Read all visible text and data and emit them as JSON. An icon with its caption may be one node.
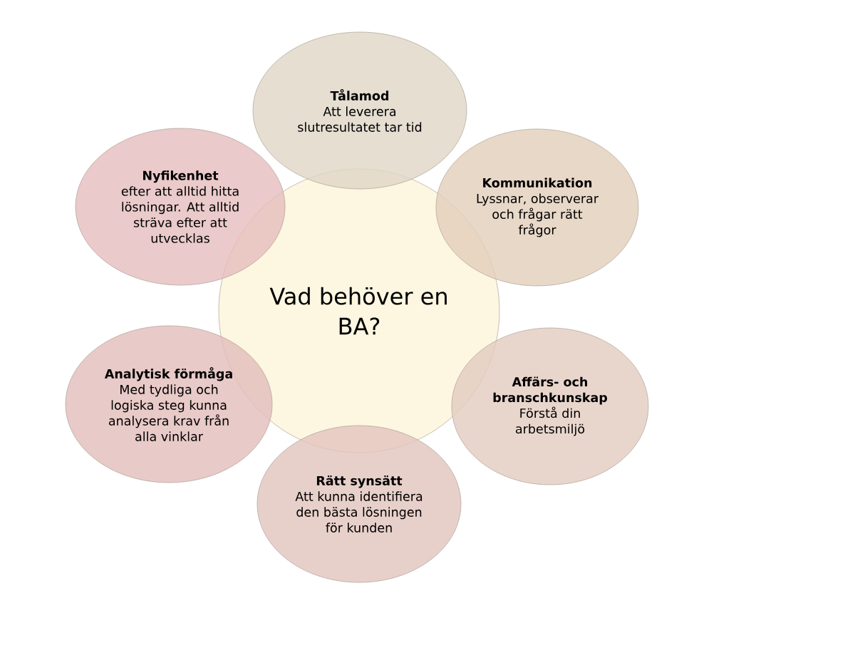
{
  "diagram": {
    "nodes": [
      {
        "text": [
          "Vad behöver en BA?"
        ]
      },
      {
        "text": [
          "Tålamod",
          "Att leverera slutresultatet tar tid"
        ]
      },
      {
        "text": [
          "Kommunikation",
          "Lyssnar, observerar och frågar rätt frågor"
        ]
      },
      {
        "text": [
          "Affärs- och branschkunskap",
          "Förstå din arbetsmiljö"
        ]
      },
      {
        "text": [
          "Rätt synsätt",
          "Att kunna identifiera den bästa lösningen för kunden"
        ]
      },
      {
        "text": [
          "Analytisk förmåga",
          "Med tydliga och logiska steg kunna analysera krav från alla vinklar"
        ]
      },
      {
        "text": [
          "Nyfikenhet",
          "efter att alltid hitta lösningar. Att alltid sträva efter att utvecklas"
        ]
      }
    ]
  }
}
